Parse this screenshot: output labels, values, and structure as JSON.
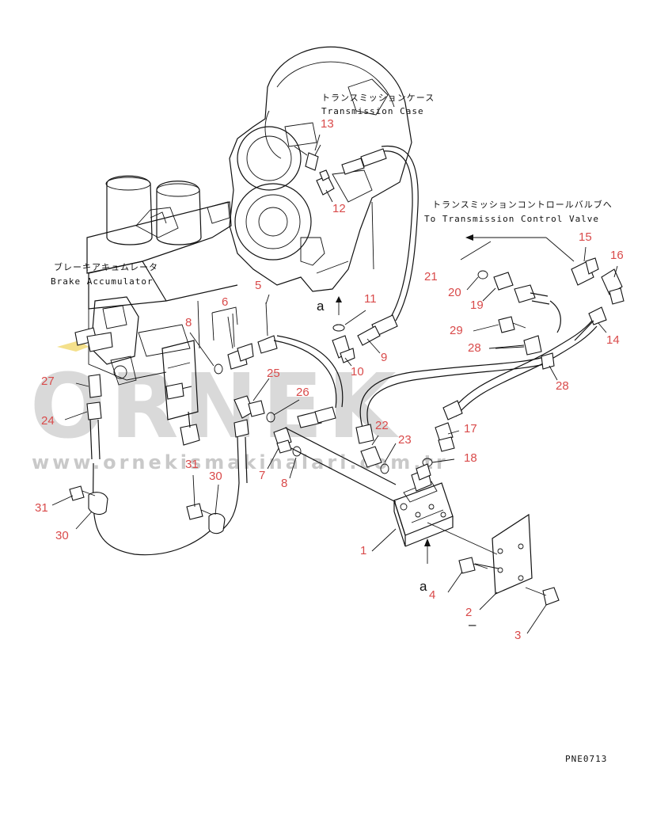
{
  "labels": {
    "transmission_case_jp": "トランスミッションケース",
    "transmission_case_en": "Transmission Case",
    "control_valve_jp": "トランスミッションコントロールバルブへ",
    "control_valve_en": "To Transmission Control Valve",
    "brake_accumulator_jp": "ブレーキアキュムレータ",
    "brake_accumulator_en": "Brake Accumulator",
    "view_ref_top": "a",
    "view_ref_bottom": "a",
    "dash": "–",
    "drawing_code": "PNE0713"
  },
  "watermark": {
    "brand": "ORNEK",
    "url": "www.ornekismakinalari.com.tr"
  },
  "colors": {
    "callout": "#d94a4a",
    "line": "#111111",
    "watermark": "#d9d9d9"
  },
  "callouts": [
    {
      "id": "c13",
      "text": "13"
    },
    {
      "id": "c12",
      "text": "12"
    },
    {
      "id": "c15",
      "text": "15"
    },
    {
      "id": "c16",
      "text": "16"
    },
    {
      "id": "c21",
      "text": "21"
    },
    {
      "id": "c20",
      "text": "20"
    },
    {
      "id": "c19",
      "text": "19"
    },
    {
      "id": "c5",
      "text": "5"
    },
    {
      "id": "c11",
      "text": "11"
    },
    {
      "id": "c6",
      "text": "6"
    },
    {
      "id": "c8a",
      "text": "8"
    },
    {
      "id": "c29",
      "text": "29"
    },
    {
      "id": "c14",
      "text": "14"
    },
    {
      "id": "c28a",
      "text": "28"
    },
    {
      "id": "c9",
      "text": "9"
    },
    {
      "id": "c10",
      "text": "10"
    },
    {
      "id": "c28b",
      "text": "28"
    },
    {
      "id": "c27",
      "text": "27"
    },
    {
      "id": "c25",
      "text": "25"
    },
    {
      "id": "c26",
      "text": "26"
    },
    {
      "id": "c24",
      "text": "24"
    },
    {
      "id": "c22",
      "text": "22"
    },
    {
      "id": "c17",
      "text": "17"
    },
    {
      "id": "c23",
      "text": "23"
    },
    {
      "id": "c18",
      "text": "18"
    },
    {
      "id": "c7",
      "text": "7"
    },
    {
      "id": "c8b",
      "text": "8"
    },
    {
      "id": "c31a",
      "text": "31"
    },
    {
      "id": "c30a",
      "text": "30"
    },
    {
      "id": "c31b",
      "text": "31"
    },
    {
      "id": "c30b",
      "text": "30"
    },
    {
      "id": "c1",
      "text": "1"
    },
    {
      "id": "c4",
      "text": "4"
    },
    {
      "id": "c2",
      "text": "2"
    },
    {
      "id": "c3",
      "text": "3"
    }
  ]
}
